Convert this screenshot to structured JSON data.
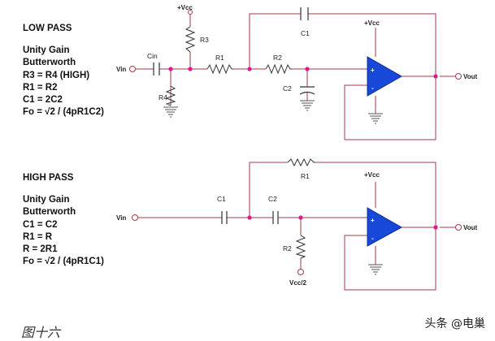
{
  "low_pass": {
    "heading": "LOW PASS",
    "lines": [
      "Unity Gain",
      "Butterworth",
      "R3 = R4 (HIGH)",
      "R1 = R2",
      "C1 = 2C2",
      "Fo = √2 / (4pR1C2)"
    ],
    "labels": {
      "vcc_top": "+Vcc",
      "r3": "R3",
      "c1": "C1",
      "opamp_vcc": "+Vcc",
      "vin": "Vin",
      "cin": "Cin",
      "r1": "R1",
      "r2": "R2",
      "c2": "C2",
      "r4": "R4",
      "vout": "Vout",
      "minus": "-",
      "plus": "+"
    }
  },
  "high_pass": {
    "heading": "HIGH PASS",
    "lines": [
      "Unity Gain",
      "Butterworth",
      "C1 = C2",
      "R1 = R",
      "R = 2R1",
      "Fo = √2 / (4pR1C1)"
    ],
    "labels": {
      "r1": "R1",
      "opamp_vcc": "+Vcc",
      "c1": "C1",
      "c2": "C2",
      "vin": "Vin",
      "r2": "R2",
      "vcc_half": "Vcc/2",
      "vout": "Vout",
      "minus": "-",
      "plus": "+"
    }
  },
  "caption": "图十六",
  "watermark": "头条 @电巢",
  "colors": {
    "wire": "#a33a4a",
    "node": "#e0188c",
    "opamp": "#1848d8"
  }
}
